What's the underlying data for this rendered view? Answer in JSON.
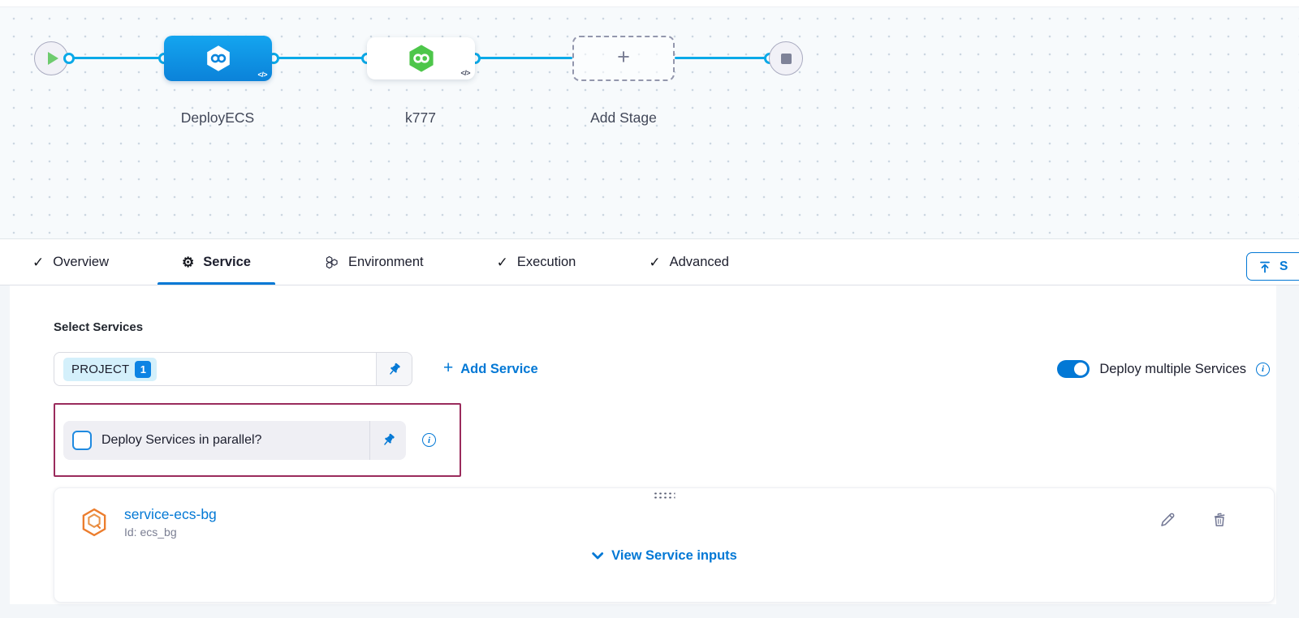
{
  "canvas": {
    "stages": [
      {
        "label": "DeployECS"
      },
      {
        "label": "k777"
      },
      {
        "label": "Add Stage"
      }
    ],
    "code_badge": "</>",
    "add_plus": "+"
  },
  "tabs": {
    "items": [
      {
        "label": "Overview"
      },
      {
        "label": "Service"
      },
      {
        "label": "Environment"
      },
      {
        "label": "Execution"
      },
      {
        "label": "Advanced"
      }
    ],
    "save_button_label": "S"
  },
  "service_section": {
    "select_services_label": "Select Services",
    "selected_chip": {
      "text": "PROJECT",
      "count": "1"
    },
    "add_service_plus": "+",
    "add_service_label": "Add Service",
    "deploy_multiple_label": "Deploy multiple Services",
    "info_glyph": "i",
    "parallel_label": "Deploy Services in parallel?",
    "service_card": {
      "name": "service-ecs-bg",
      "id": "Id: ecs_bg",
      "view_inputs_label": "View Service inputs"
    }
  },
  "colors": {
    "accent_blue": "#0278d5",
    "link_line": "#0ba9e8",
    "stage_blue": "#0b8fe0",
    "logo_green": "#4dc64a",
    "highlight_border": "#9a2b5c",
    "service_icon_orange": "#ec7d2d"
  }
}
